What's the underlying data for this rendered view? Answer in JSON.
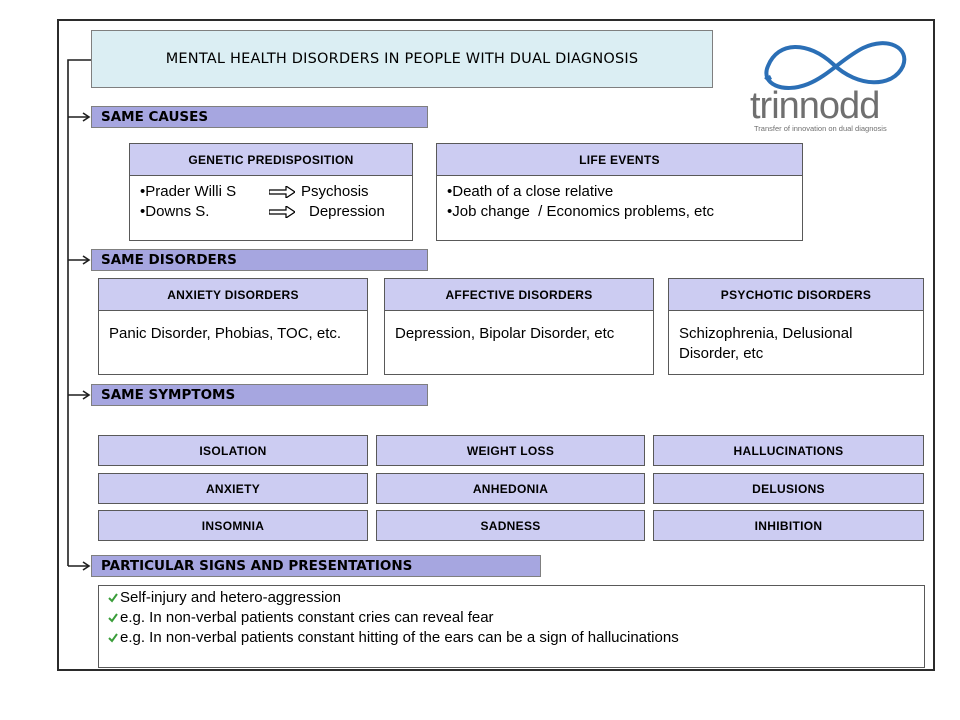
{
  "title": "MENTAL HEALTH DISORDERS IN PEOPLE WITH DUAL DIAGNOSIS",
  "logo": {
    "name": "trinnodd",
    "tagline": "Transfer of innovation on dual diagnosis",
    "colors": {
      "blue": "#2b6fb6",
      "gray": "#6f6f6f"
    }
  },
  "colors": {
    "section_bar": "#a6a6e0",
    "card_header": "#ccccf2",
    "title_bg": "#dbeef3",
    "checkmark": "#3a9d3a"
  },
  "sections": {
    "causes": "SAME CAUSES",
    "disorders": "SAME DISORDERS",
    "symptoms": "SAME SYMPTOMS",
    "signs": "PARTICULAR SIGNS AND PRESENTATIONS"
  },
  "causes": {
    "genetic": {
      "header": "GENETIC PREDISPOSITION",
      "items": [
        {
          "from": "•Prader Willi S",
          "to": "Psychosis"
        },
        {
          "from": "•Downs S.",
          "to": "Depression"
        }
      ]
    },
    "life": {
      "header": "LIFE EVENTS",
      "items": [
        "•Death of a close relative",
        "•Job change  / Economics problems, etc"
      ]
    }
  },
  "disorders": {
    "anxiety": {
      "header": "ANXIETY DISORDERS",
      "text": "Panic Disorder, Phobias, TOC, etc."
    },
    "affective": {
      "header": "AFFECTIVE DISORDERS",
      "text": "Depression, Bipolar Disorder, etc"
    },
    "psychotic": {
      "header": "PSYCHOTIC DISORDERS",
      "text": "Schizophrenia, Delusional Disorder, etc"
    }
  },
  "symptoms": [
    [
      "ISOLATION",
      "WEIGHT LOSS",
      "HALLUCINATIONS"
    ],
    [
      "ANXIETY",
      "ANHEDONIA",
      "DELUSIONS"
    ],
    [
      "INSOMNIA",
      "SADNESS",
      "INHIBITION"
    ]
  ],
  "signs": [
    "Self-injury and hetero-aggression",
    "e.g. In non-verbal patients constant cries can reveal fear",
    "e.g. In non-verbal patients constant hitting of the ears can be a sign of hallucinations"
  ]
}
